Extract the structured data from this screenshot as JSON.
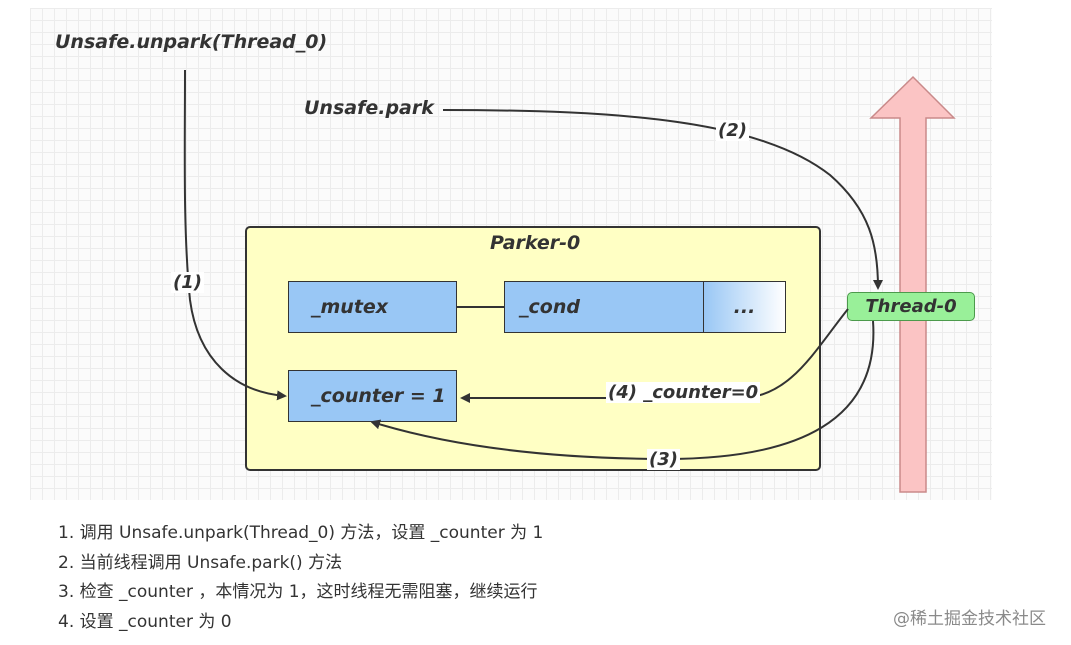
{
  "diagram": {
    "unpark_call": "Unsafe.unpark(Thread_0)",
    "park_call": "Unsafe.park",
    "parker_title": "Parker-0",
    "mutex": "_mutex",
    "cond": "_cond",
    "ellipsis": "...",
    "counter": "_counter = 1",
    "thread": "Thread-0",
    "step1_label": "(1)",
    "step2_label": "(2)",
    "step3_label": "(3)",
    "step4_label": "(4) _counter=0"
  },
  "steps": [
    "1. 调用 Unsafe.unpark(Thread_0) 方法，设置 _counter 为 1",
    "2. 当前线程调用 Unsafe.park() 方法",
    "3. 检查 _counter ，本情况为 1，这时线程无需阻塞，继续运行",
    "4. 设置 _counter 为 0"
  ],
  "watermark": "@稀土掘金技术社区",
  "colors": {
    "parker_fill": "#ffffc4",
    "field_fill": "#99c7f5",
    "thread_fill": "#99f099",
    "time_arrow_fill": "#fbc4c4"
  }
}
